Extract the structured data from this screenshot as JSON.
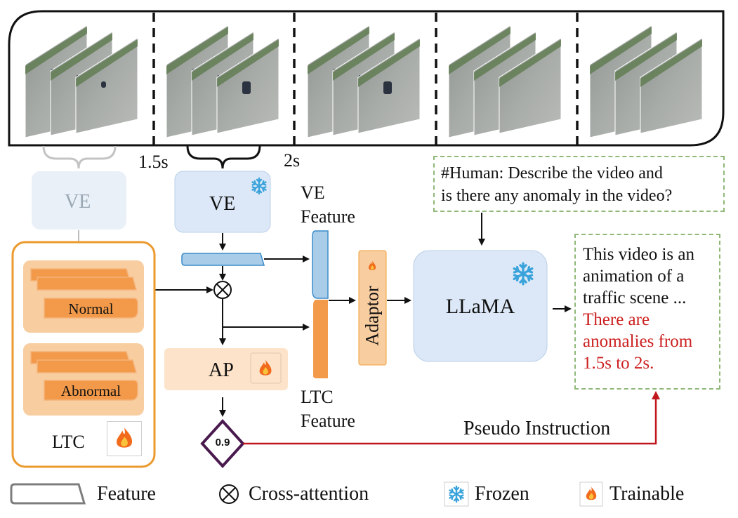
{
  "video": {
    "segment_count": 5,
    "timestamps": [
      "1.5s",
      "2s"
    ]
  },
  "modules": {
    "ve_faded": "VE",
    "ve": "VE",
    "ap": "AP",
    "llama": "LLaMA",
    "adaptor": "Adaptor",
    "ltc": "LTC",
    "ltc_normal": "Normal",
    "ltc_abnormal": "Abnormal"
  },
  "features": {
    "ve_feature_line1": "VE",
    "ve_feature_line2": "Feature",
    "ltc_feature_line1": "LTC",
    "ltc_feature_line2": "Feature"
  },
  "prompt": {
    "line1": "#Human: Describe the video and",
    "line2": "is there any anomaly in the video?"
  },
  "response": {
    "normal_lines": [
      "This video is an",
      "animation of a",
      "traffic scene ..."
    ],
    "anomaly_lines": [
      "There are",
      "anomalies from",
      "1.5s to 2s."
    ]
  },
  "score": "0.9",
  "pseudo_instruction": "Pseudo Instruction",
  "legend": {
    "feature": "Feature",
    "cross_attention": "Cross-attention",
    "frozen": "Frozen",
    "trainable": "Trainable"
  },
  "icons": [
    "snowflake-icon",
    "flame-icon",
    "cross-attention-icon"
  ],
  "colors": {
    "ve_box": "#dce8f7",
    "ve_faded_box": "#e9f0f8",
    "ltc_fill": "#f8cda0",
    "ltc_border": "#f0a03a",
    "orange_bar": "#f29a4a",
    "blue_bar": "#a9cde9",
    "ap_box": "#fde3c9",
    "score_border": "#4a1a4f",
    "red_line": "#c0161d",
    "dashed_green": "#8fb879",
    "snowflake": "#3aa3db"
  }
}
